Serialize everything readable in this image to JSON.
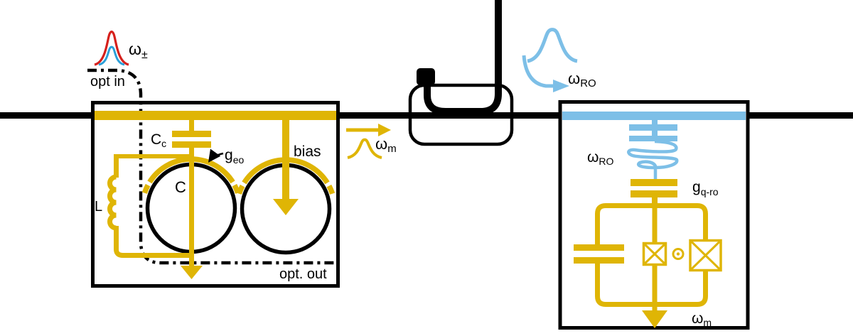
{
  "colors": {
    "gold": "#DFB505",
    "light_blue": "#7DBFE7",
    "deep_blue": "#2B9FD8",
    "red": "#D6201C",
    "line_black": "#000000",
    "background": "#FFFFFF"
  },
  "optical_input": {
    "port_label": "opt in",
    "freq_label": {
      "base": "ω",
      "sub": "±"
    }
  },
  "transducer_box": {
    "coupling_cap_label": {
      "base": "C",
      "sub": "c"
    },
    "cap_label": "C",
    "inductor_label": "L",
    "eo_coupling_label": {
      "base": "g",
      "sub": "eo"
    },
    "bias_label": "bias",
    "optical_out_label": "opt. out"
  },
  "microwave_output": {
    "freq_label": {
      "base": "ω",
      "sub": "m"
    }
  },
  "readout_output": {
    "freq_label": {
      "base": "ω",
      "sub": "RO"
    }
  },
  "readout_box": {
    "resonator_label": {
      "base": "ω",
      "sub": "RO"
    },
    "qubit_readout_coupling_label": {
      "base": "g",
      "sub": "q-ro"
    },
    "qubit_freq_label": {
      "base": "ω",
      "sub": "m"
    }
  }
}
